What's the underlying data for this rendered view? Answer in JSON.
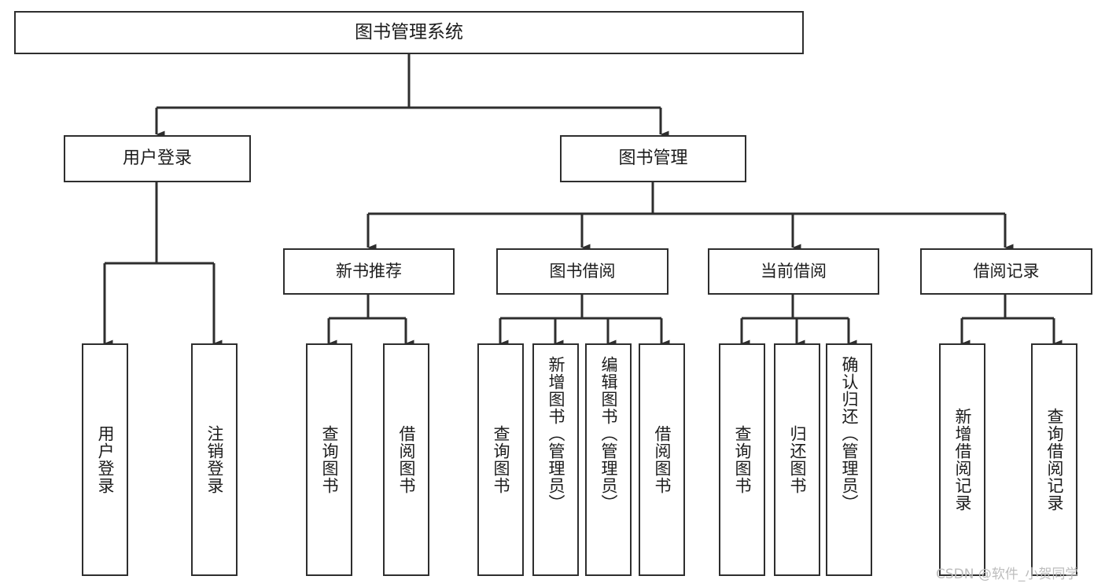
{
  "diagram": {
    "title": "图书管理系统",
    "type": "tree-hierarchy-chart",
    "line_color": "#2e2e2e",
    "box_fill": "#ffffff",
    "text_color": "#1c1c1c",
    "watermark": "CSDN @软件_小贺同学",
    "root": {
      "label": "图书管理系统"
    },
    "level2": [
      {
        "label": "用户登录"
      },
      {
        "label": "图书管理"
      }
    ],
    "level3": [
      {
        "label": "新书推荐"
      },
      {
        "label": "图书借阅"
      },
      {
        "label": "当前借阅"
      },
      {
        "label": "借阅记录"
      }
    ],
    "leaves": {
      "user_login": [
        {
          "label": "用户登录"
        },
        {
          "label": "注销登录"
        }
      ],
      "new_book_recommend": [
        {
          "label": "查询图书"
        },
        {
          "label": "借阅图书"
        }
      ],
      "book_borrow": [
        {
          "label": "查询图书"
        },
        {
          "label": "新增图书（管理员）"
        },
        {
          "label": "编辑图书（管理员）"
        },
        {
          "label": "借阅图书"
        }
      ],
      "current_borrow": [
        {
          "label": "查询图书"
        },
        {
          "label": "归还图书"
        },
        {
          "label": "确认归还（管理员）"
        }
      ],
      "borrow_record": [
        {
          "label": "新增借阅记录"
        },
        {
          "label": "查询借阅记录"
        }
      ]
    }
  }
}
